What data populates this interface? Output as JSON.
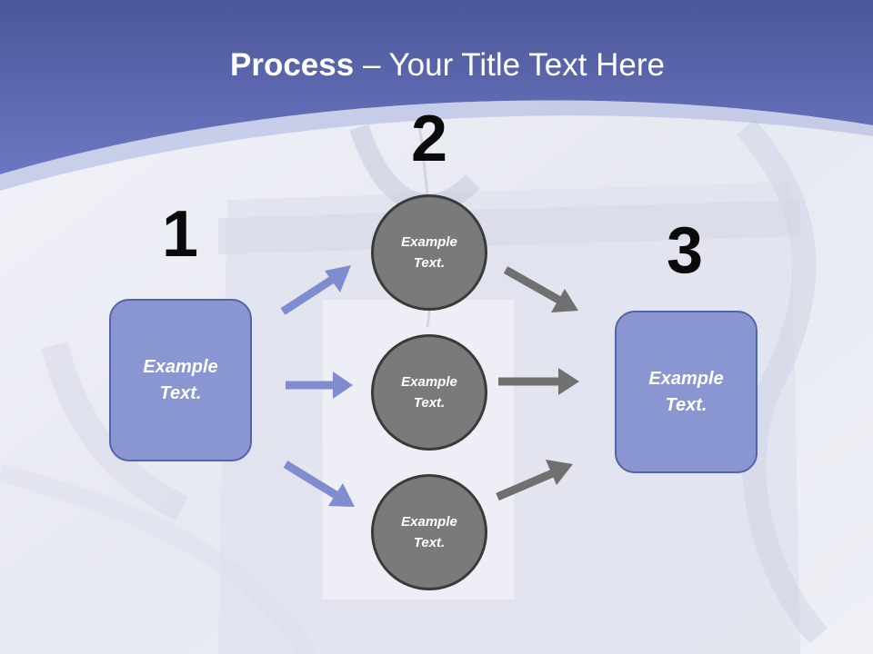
{
  "title": {
    "bold": "Process",
    "rest": " – Your Title Text Here"
  },
  "steps": [
    {
      "number": "1",
      "label_line1": "Example",
      "label_line2": "Text."
    },
    {
      "number": "2"
    },
    {
      "number": "3",
      "label_line1": "Example",
      "label_line2": "Text."
    }
  ],
  "circles": [
    {
      "label_line1": "Example",
      "label_line2": "Text."
    },
    {
      "label_line1": "Example",
      "label_line2": "Text."
    },
    {
      "label_line1": "Example",
      "label_line2": "Text."
    }
  ],
  "colors": {
    "header_blue": "#5b67b3",
    "box_fill": "#8a96d2",
    "box_border": "#5563a8",
    "circle_fill": "#7a7a7a",
    "blue_arrow": "#7f8cd0",
    "gray_arrow": "#707070"
  }
}
